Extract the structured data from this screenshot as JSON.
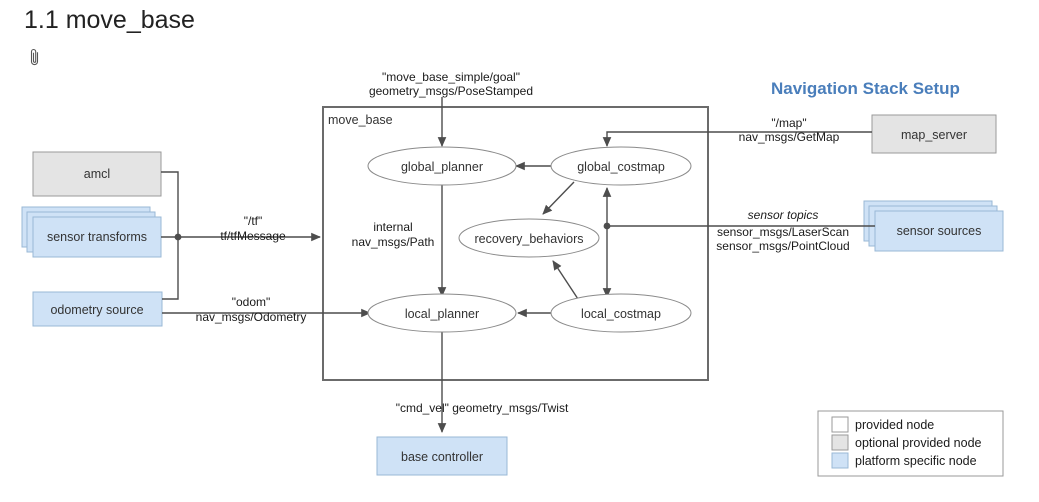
{
  "page": {
    "title": "1.1 move_base",
    "attachment_icon": "paperclip-icon"
  },
  "diagram": {
    "heading": "Navigation Stack Setup",
    "container": {
      "label": "move_base"
    },
    "internal_nodes": [
      {
        "id": "global_planner",
        "label": "global_planner"
      },
      {
        "id": "global_costmap",
        "label": "global_costmap"
      },
      {
        "id": "recovery_behaviors",
        "label": "recovery_behaviors"
      },
      {
        "id": "local_planner",
        "label": "local_planner"
      },
      {
        "id": "local_costmap",
        "label": "local_costmap"
      }
    ],
    "external_nodes": [
      {
        "id": "amcl",
        "label": "amcl",
        "kind": "optional"
      },
      {
        "id": "sensor_transforms",
        "label": "sensor transforms",
        "kind": "platform",
        "stacked": true
      },
      {
        "id": "odometry_source",
        "label": "odometry source",
        "kind": "platform"
      },
      {
        "id": "map_server",
        "label": "map_server",
        "kind": "optional"
      },
      {
        "id": "sensor_sources",
        "label": "sensor sources",
        "kind": "platform",
        "stacked": true
      },
      {
        "id": "base_controller",
        "label": "base controller",
        "kind": "platform"
      }
    ],
    "edge_labels": {
      "goal_topic": "\"move_base_simple/goal\"",
      "goal_type": "geometry_msgs/PoseStamped",
      "map_topic": "\"/map\"",
      "map_type": "nav_msgs/GetMap",
      "tf_topic": "\"/tf\"",
      "tf_type": "tf/tfMessage",
      "odom_topic": "\"odom\"",
      "odom_type": "nav_msgs/Odometry",
      "internal_topic": "internal",
      "internal_type": "nav_msgs/Path",
      "sensor_topic": "sensor topics",
      "sensor_type_1": "sensor_msgs/LaserScan",
      "sensor_type_2": "sensor_msgs/PointCloud",
      "cmdvel_line": "\"cmd_vel\" geometry_msgs/Twist"
    },
    "legend": {
      "items": [
        {
          "label": "provided node",
          "color": "#ffffff"
        },
        {
          "label": "optional provided node",
          "color": "#e4e4e4"
        },
        {
          "label": "platform specific node",
          "color": "#cfe2f6"
        }
      ]
    },
    "colors": {
      "platform_fill": "#cfe2f6",
      "platform_stroke": "#9ab8d6",
      "optional_fill": "#e4e4e4",
      "optional_stroke": "#9a9a9a",
      "provided_fill": "#ffffff",
      "edge": "#4d4d4d",
      "heading": "#4a7ebb"
    }
  }
}
